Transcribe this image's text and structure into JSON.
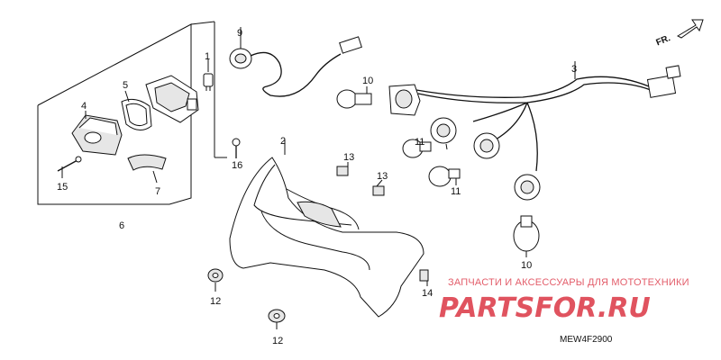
{
  "callouts": {
    "c1": "1",
    "c2": "2",
    "c3": "3",
    "c4": "4",
    "c5": "5",
    "c6": "6",
    "c7": "7",
    "c8": "9",
    "c9": "10",
    "c10": "10",
    "c11": "11",
    "c12": "11",
    "c13": "12",
    "c14": "12",
    "c15": "13",
    "c16": "13",
    "c17": "14",
    "c18": "15",
    "c19": "16"
  },
  "direction_marker": "FR.",
  "diagram_code": "MEW4F2900",
  "watermark": {
    "tagline": "ЗАПЧАСТИ И АКСЕССУАРЫ ДЛЯ МОТОТЕХНИКИ",
    "brand": "PARTSFOR.RU",
    "accent_color": "#e0535f"
  }
}
